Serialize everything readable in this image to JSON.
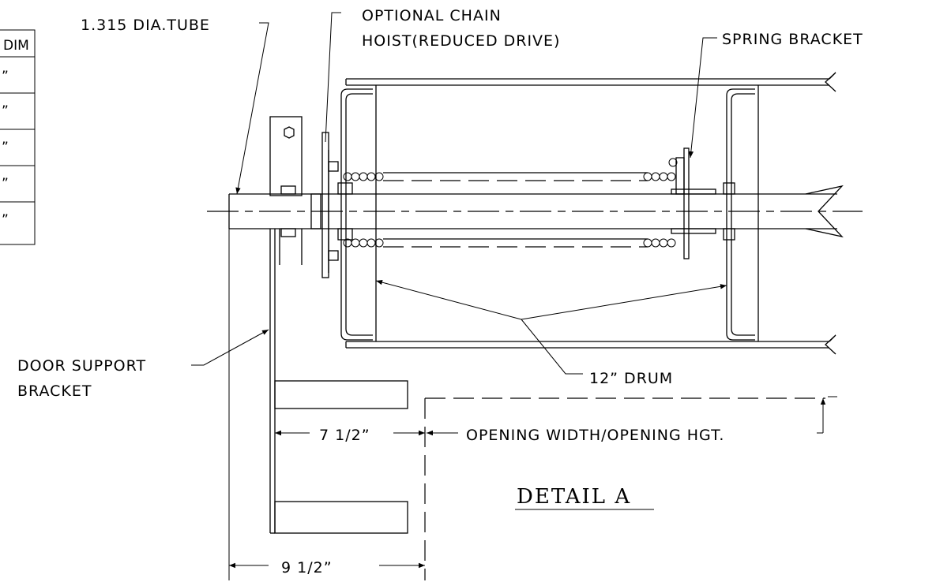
{
  "table": {
    "header": "DIM",
    "rows": [
      "”",
      "”",
      "”",
      "”",
      "”"
    ]
  },
  "labels": {
    "tube": "1.315 DIA.TUBE",
    "chain_hoist_line1": "OPTIONAL CHAIN",
    "chain_hoist_line2": "HOIST(REDUCED DRIVE)",
    "spring_bracket": "SPRING BRACKET",
    "door_support_line1": "DOOR SUPPORT",
    "door_support_line2": "BRACKET",
    "drum": "12” DRUM",
    "opening": "OPENING WIDTH/OPENING HGT.",
    "dim_7_5": "7 1/2”",
    "dim_9_5": "9 1/2”"
  },
  "title": "DETAIL A"
}
